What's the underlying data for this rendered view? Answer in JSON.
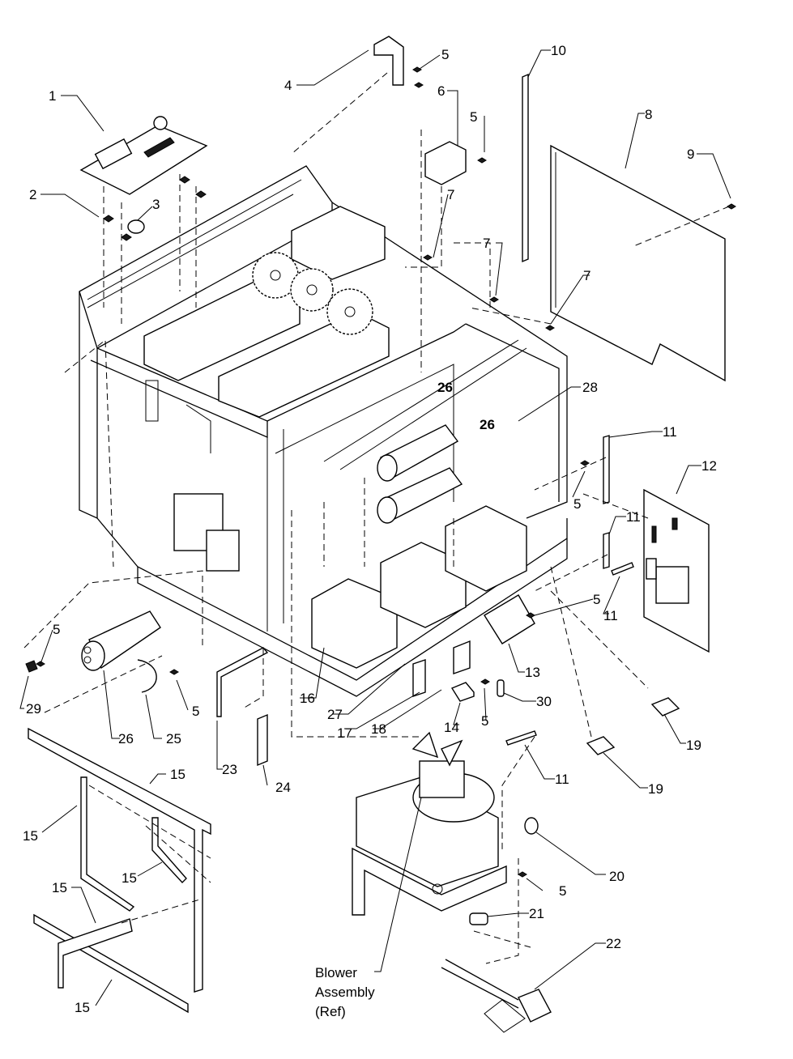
{
  "callouts": [
    {
      "text": "1"
    },
    {
      "text": "2"
    },
    {
      "text": "3"
    },
    {
      "text": "4"
    },
    {
      "text": "5"
    },
    {
      "text": "6"
    },
    {
      "text": "5"
    },
    {
      "text": "10"
    },
    {
      "text": "8"
    },
    {
      "text": "9"
    },
    {
      "text": "7"
    },
    {
      "text": "7"
    },
    {
      "text": "7"
    },
    {
      "text": "26"
    },
    {
      "text": "26"
    },
    {
      "text": "28"
    },
    {
      "text": "11"
    },
    {
      "text": "12"
    },
    {
      "text": "5"
    },
    {
      "text": "11"
    },
    {
      "text": "11"
    },
    {
      "text": "5"
    },
    {
      "text": "13"
    },
    {
      "text": "30"
    },
    {
      "text": "5"
    },
    {
      "text": "14"
    },
    {
      "text": "18"
    },
    {
      "text": "17"
    },
    {
      "text": "27"
    },
    {
      "text": "16"
    },
    {
      "text": "19"
    },
    {
      "text": "19"
    },
    {
      "text": "11"
    },
    {
      "text": "5"
    },
    {
      "text": "29"
    },
    {
      "text": "26"
    },
    {
      "text": "25"
    },
    {
      "text": "5"
    },
    {
      "text": "23"
    },
    {
      "text": "24"
    },
    {
      "text": "15"
    },
    {
      "text": "15"
    },
    {
      "text": "15"
    },
    {
      "text": "15"
    },
    {
      "text": "15"
    },
    {
      "text": "20"
    },
    {
      "text": "5"
    },
    {
      "text": "21"
    },
    {
      "text": "22"
    }
  ],
  "blower_label": {
    "line1": "Blower",
    "line2": "Assembly",
    "line3": "(Ref)"
  }
}
